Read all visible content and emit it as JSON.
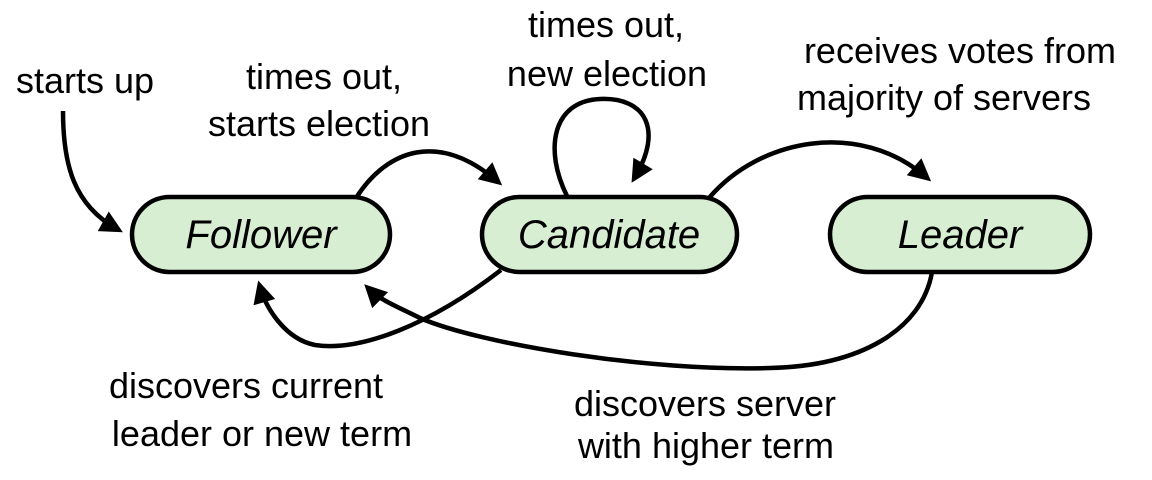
{
  "colors": {
    "state_fill": "#d7eed2",
    "outline": "#000000",
    "text": "#000000",
    "background": "#ffffff"
  },
  "states": [
    {
      "label": "Follower"
    },
    {
      "label": "Candidate"
    },
    {
      "label": "Leader"
    }
  ],
  "transitions": [
    {
      "name": "starts-up",
      "to": "Follower",
      "lines": [
        "starts up"
      ]
    },
    {
      "name": "times-out-starts-election",
      "from": "Follower",
      "to": "Candidate",
      "lines": [
        "times out,",
        "starts election"
      ]
    },
    {
      "name": "times-out-new-election",
      "from": "Candidate",
      "to": "Candidate",
      "lines": [
        "times out,",
        "new election"
      ]
    },
    {
      "name": "receives-votes-from-majority",
      "from": "Candidate",
      "to": "Leader",
      "lines": [
        "receives votes from",
        "majority of servers"
      ]
    },
    {
      "name": "discovers-current-leader-or-new-term",
      "from": "Candidate",
      "to": "Follower",
      "lines": [
        "discovers current",
        "leader or new term"
      ]
    },
    {
      "name": "discovers-server-with-higher-term",
      "from": "Leader",
      "to": "Follower",
      "lines": [
        "discovers server",
        "with higher term"
      ]
    }
  ]
}
